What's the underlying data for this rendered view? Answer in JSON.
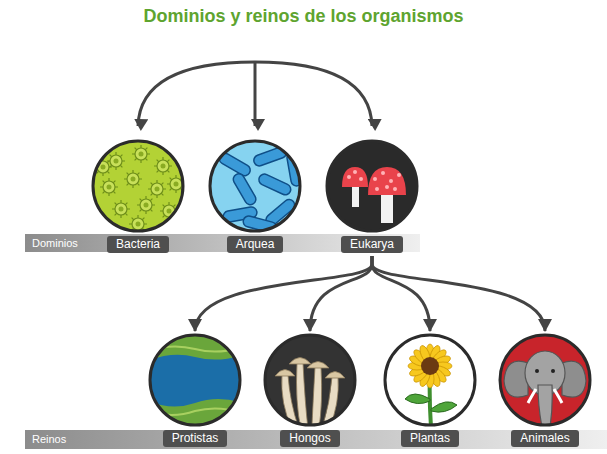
{
  "diagram": {
    "title": "Dominios y reinos de los organismos",
    "nodes": [
      {
        "text": [
          "Bacteria"
        ]
      },
      {
        "text": [
          "Arquea"
        ]
      },
      {
        "text": [
          "Eukarya"
        ]
      },
      {
        "text": [
          "Protistas"
        ]
      },
      {
        "text": [
          "Hongos"
        ]
      },
      {
        "text": [
          "Plantas"
        ]
      },
      {
        "text": [
          "Animales"
        ]
      }
    ],
    "edges": [
      {
        "from": 2,
        "to": 3,
        "arrow": "to"
      },
      {
        "from": 2,
        "to": 4,
        "arrow": "to"
      },
      {
        "from": 2,
        "to": 5,
        "arrow": "to"
      },
      {
        "from": 2,
        "to": 6,
        "arrow": "to"
      }
    ],
    "labels": [
      "Dominios",
      "Reinos"
    ]
  }
}
